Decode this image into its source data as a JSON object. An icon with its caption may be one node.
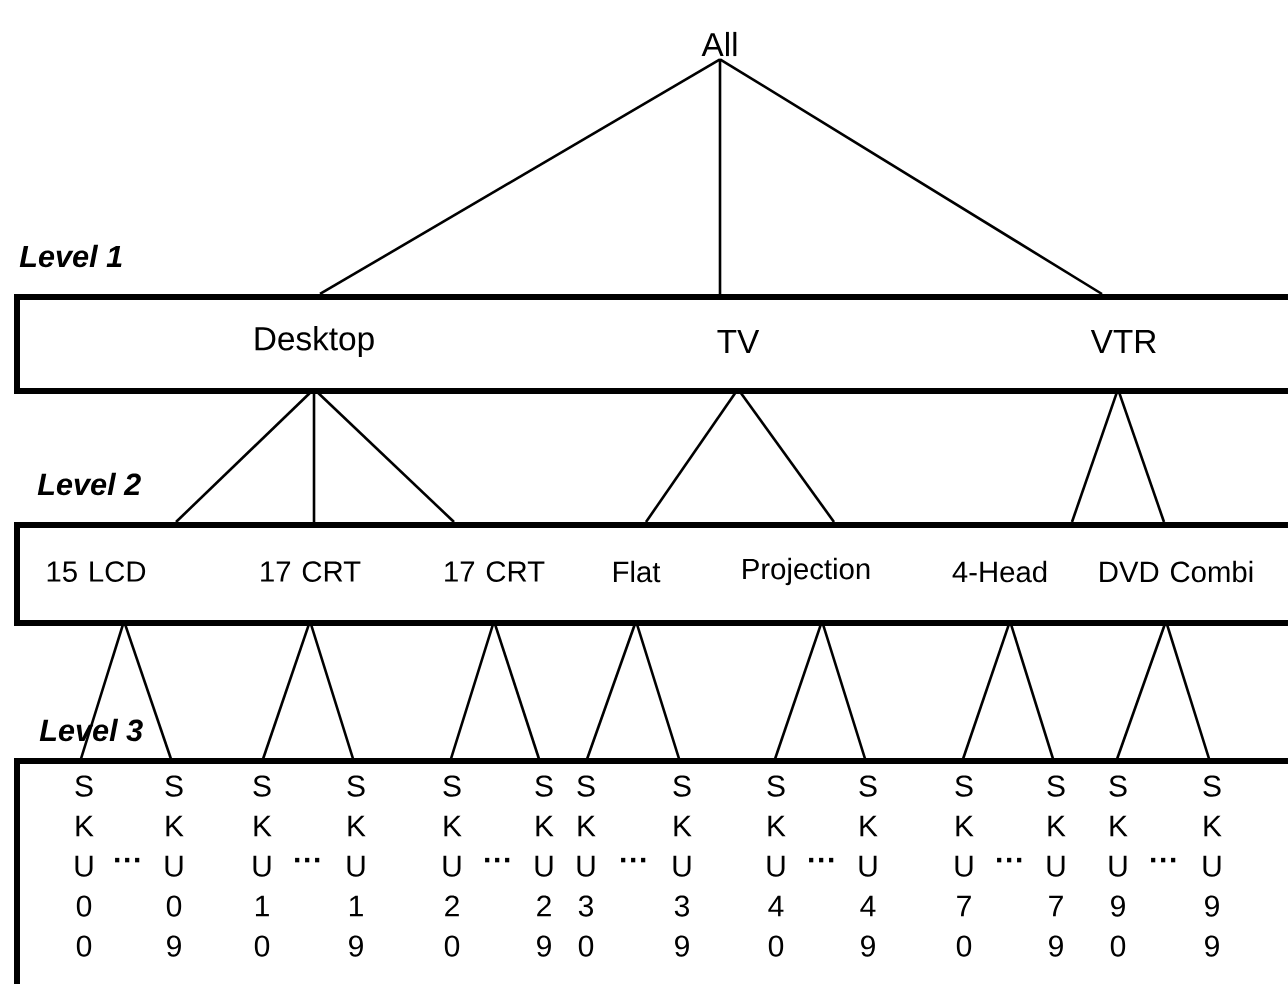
{
  "diagram": {
    "nodes": [
      {
        "text": [
          "All"
        ]
      },
      {
        "text": [
          "Level 1"
        ]
      },
      {
        "text": [
          "Desktop"
        ],
        "in": 1
      },
      {
        "text": [
          "TV"
        ],
        "in": 1
      },
      {
        "text": [
          "VTR"
        ],
        "in": 1
      },
      {
        "text": [
          "Level 2"
        ]
      },
      {
        "text": [
          "15 LCD"
        ],
        "in": 5
      },
      {
        "text": [
          "17 CRT"
        ],
        "in": 5
      },
      {
        "text": [
          "17 CRT"
        ],
        "in": 5
      },
      {
        "text": [
          "Flat"
        ],
        "in": 5
      },
      {
        "text": [
          "Projection"
        ],
        "in": 5
      },
      {
        "text": [
          "4-Head"
        ],
        "in": 5
      },
      {
        "text": [
          "DVD Combi"
        ],
        "in": 5
      },
      {
        "text": [
          "Level 3"
        ]
      },
      {
        "text": [
          "S K U 0 0"
        ],
        "in": 13
      },
      {
        "text": [
          "S K U 0 9"
        ],
        "in": 13
      },
      {
        "text": [
          "S K U 1 0"
        ],
        "in": 13
      },
      {
        "text": [
          "S K U 1 9"
        ],
        "in": 13
      },
      {
        "text": [
          "S K U 2 0"
        ],
        "in": 13
      },
      {
        "text": [
          "S K U 2 9"
        ],
        "in": 13
      },
      {
        "text": [
          "S K U 3 0"
        ],
        "in": 13
      },
      {
        "text": [
          "S K U 3 9"
        ],
        "in": 13
      },
      {
        "text": [
          "S K U 4 0"
        ],
        "in": 13
      },
      {
        "text": [
          "S K U 4 9"
        ],
        "in": 13
      },
      {
        "text": [
          "S K U 7 0"
        ],
        "in": 13
      },
      {
        "text": [
          "S K U 7 9"
        ],
        "in": 13
      },
      {
        "text": [
          "S K U 9 0"
        ],
        "in": 13
      },
      {
        "text": [
          "S K U 9 9"
        ],
        "in": 13
      }
    ],
    "edges": [
      {
        "from": 0,
        "to": 2,
        "arrow": "none"
      },
      {
        "from": 0,
        "to": 3,
        "arrow": "none"
      },
      {
        "from": 0,
        "to": 4,
        "arrow": "none"
      },
      {
        "from": 2,
        "to": 6,
        "arrow": "none"
      },
      {
        "from": 2,
        "to": 7,
        "arrow": "none"
      },
      {
        "from": 2,
        "to": 8,
        "arrow": "none"
      },
      {
        "from": 3,
        "to": 9,
        "arrow": "none"
      },
      {
        "from": 3,
        "to": 10,
        "arrow": "none"
      },
      {
        "from": 4,
        "to": 11,
        "arrow": "none"
      },
      {
        "from": 4,
        "to": 12,
        "arrow": "none"
      },
      {
        "from": 6,
        "to": 14,
        "arrow": "none"
      },
      {
        "from": 6,
        "to": 15,
        "arrow": "none"
      },
      {
        "from": 7,
        "to": 16,
        "arrow": "none"
      },
      {
        "from": 7,
        "to": 17,
        "arrow": "none"
      },
      {
        "from": 8,
        "to": 18,
        "arrow": "none"
      },
      {
        "from": 8,
        "to": 19,
        "arrow": "none"
      },
      {
        "from": 9,
        "to": 20,
        "arrow": "none"
      },
      {
        "from": 9,
        "to": 21,
        "arrow": "none"
      },
      {
        "from": 10,
        "to": 22,
        "arrow": "none"
      },
      {
        "from": 10,
        "to": 23,
        "arrow": "none"
      },
      {
        "from": 11,
        "to": 24,
        "arrow": "none"
      },
      {
        "from": 11,
        "to": 25,
        "arrow": "none"
      },
      {
        "from": 12,
        "to": 26,
        "arrow": "none"
      },
      {
        "from": 12,
        "to": 27,
        "arrow": "none"
      }
    ],
    "labels": [
      "···",
      "···",
      "···",
      "···",
      "···",
      "···",
      "···"
    ]
  }
}
